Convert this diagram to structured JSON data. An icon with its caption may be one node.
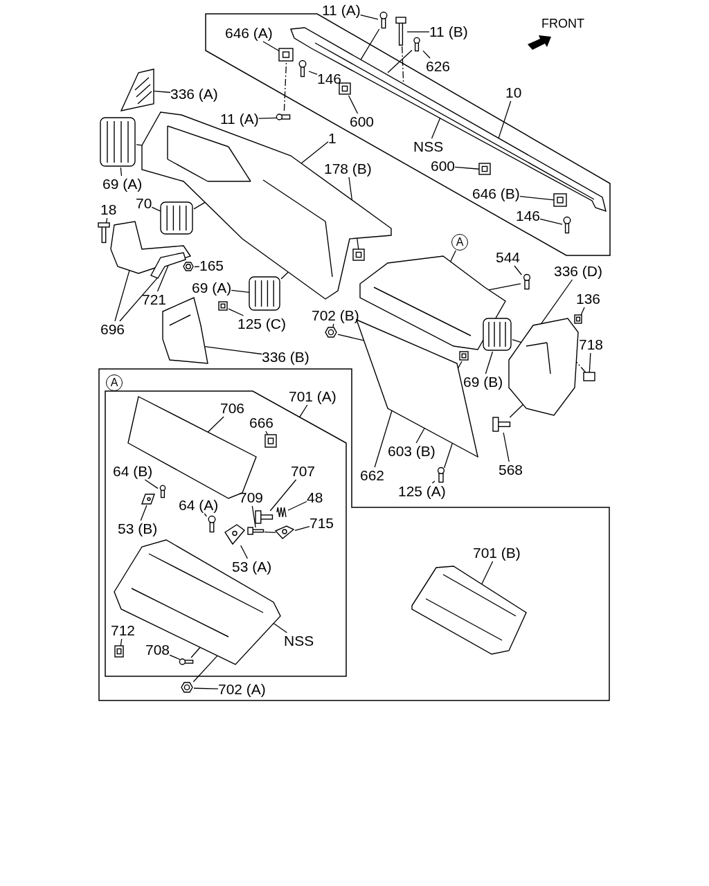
{
  "diagram": {
    "nodes": [
      {
        "text": [],
        "shape": "box"
      },
      {
        "text": [
          "646 (A)"
        ],
        "in": 0
      },
      {
        "text": [],
        "shape": "picture",
        "in": 0
      },
      {
        "text": [
          "146"
        ],
        "in": 0
      },
      {
        "text": [],
        "shape": "picture",
        "in": 0
      },
      {
        "text": [
          "600"
        ],
        "in": 0
      },
      {
        "text": [],
        "shape": "picture",
        "in": 0
      },
      {
        "text": [],
        "shape": "picture",
        "in": 0
      },
      {
        "text": [
          "NSS"
        ],
        "in": 0
      },
      {
        "text": [
          "600"
        ],
        "in": 0
      },
      {
        "text": [],
        "shape": "picture",
        "in": 0
      },
      {
        "text": [
          "646 (B)"
        ],
        "in": 0
      },
      {
        "text": [],
        "shape": "picture",
        "in": 0
      },
      {
        "text": [
          "146"
        ],
        "in": 0
      },
      {
        "text": [],
        "shape": "picture",
        "in": 0
      },
      {
        "text": [
          "11 (A)"
        ]
      },
      {
        "text": [],
        "shape": "picture"
      },
      {
        "text": [
          "11 (B)"
        ]
      },
      {
        "text": [],
        "shape": "picture"
      },
      {
        "text": [
          "626"
        ]
      },
      {
        "text": [],
        "shape": "picture"
      },
      {
        "text": [
          "10"
        ]
      },
      {
        "text": [
          "336 (A)"
        ]
      },
      {
        "text": [],
        "shape": "picture"
      },
      {
        "text": [
          "11 (A)"
        ]
      },
      {
        "text": [],
        "shape": "picture"
      },
      {
        "text": [
          "1"
        ]
      },
      {
        "text": [],
        "shape": "picture"
      },
      {
        "text": [
          "69 (A)"
        ]
      },
      {
        "text": [],
        "shape": "picture"
      },
      {
        "text": [
          "178 (B)"
        ]
      },
      {
        "text": [],
        "shape": "picture"
      },
      {
        "text": [
          "70"
        ]
      },
      {
        "text": [],
        "shape": "picture"
      },
      {
        "text": [
          "18"
        ]
      },
      {
        "text": [],
        "shape": "picture"
      },
      {
        "text": [],
        "shape": "picture"
      },
      {
        "text": [],
        "shape": "picture"
      },
      {
        "text": [
          "165"
        ]
      },
      {
        "text": [],
        "shape": "picture"
      },
      {
        "text": [
          "69 (A)"
        ]
      },
      {
        "text": [],
        "shape": "picture"
      },
      {
        "text": [
          "721"
        ]
      },
      {
        "text": [
          "696"
        ]
      },
      {
        "text": [],
        "shape": "picture"
      },
      {
        "text": [],
        "shape": "picture"
      },
      {
        "text": [
          "125 (C)"
        ]
      },
      {
        "text": [
          "336 (B)"
        ]
      },
      {
        "text": [
          "A"
        ]
      },
      {
        "text": [],
        "shape": "picture"
      },
      {
        "text": [
          "544"
        ]
      },
      {
        "text": [],
        "shape": "picture"
      },
      {
        "text": [
          "702 (B)"
        ]
      },
      {
        "text": [],
        "shape": "picture"
      },
      {
        "text": [],
        "shape": "picture"
      },
      {
        "text": [],
        "shape": "picture"
      },
      {
        "text": [
          "603 (B)"
        ]
      },
      {
        "text": [
          "662"
        ]
      },
      {
        "text": [],
        "shape": "picture"
      },
      {
        "text": [
          "125 (A)"
        ]
      },
      {
        "text": [
          "336 (D)"
        ]
      },
      {
        "text": [
          "136"
        ]
      },
      {
        "text": [],
        "shape": "picture"
      },
      {
        "text": [
          "718"
        ]
      },
      {
        "text": [],
        "shape": "box"
      },
      {
        "text": [],
        "shape": "picture"
      },
      {
        "text": [
          "69 (B)"
        ]
      },
      {
        "text": [],
        "shape": "picture"
      },
      {
        "text": [],
        "shape": "picture"
      },
      {
        "text": [
          "568"
        ]
      },
      {
        "text": [],
        "shape": "box"
      },
      {
        "text": [],
        "shape": "box",
        "in": 70
      },
      {
        "text": [
          "701 (A)"
        ],
        "in": 70
      },
      {
        "text": [],
        "shape": "picture",
        "in": 71
      },
      {
        "text": [
          "706"
        ],
        "in": 71
      },
      {
        "text": [
          "666"
        ],
        "in": 71
      },
      {
        "text": [],
        "shape": "picture",
        "in": 71
      },
      {
        "text": [
          "64 (B)"
        ],
        "in": 71
      },
      {
        "text": [],
        "shape": "picture",
        "in": 71
      },
      {
        "text": [],
        "shape": "picture",
        "in": 71
      },
      {
        "text": [
          "53 (B)"
        ],
        "in": 71
      },
      {
        "text": [
          "64 (A)"
        ],
        "in": 71
      },
      {
        "text": [],
        "shape": "picture",
        "in": 71
      },
      {
        "text": [],
        "shape": "picture",
        "in": 71
      },
      {
        "text": [
          "53 (A)"
        ],
        "in": 71
      },
      {
        "text": [
          "709"
        ],
        "in": 71
      },
      {
        "text": [],
        "shape": "picture",
        "in": 71
      },
      {
        "text": [
          "707"
        ],
        "in": 71
      },
      {
        "text": [],
        "shape": "picture",
        "in": 71
      },
      {
        "text": [
          "48"
        ],
        "in": 71
      },
      {
        "text": [],
        "shape": "picture",
        "in": 71
      },
      {
        "text": [
          "715"
        ],
        "in": 71
      },
      {
        "text": [],
        "shape": "picture",
        "in": 71
      },
      {
        "text": [],
        "shape": "picture",
        "in": 71
      },
      {
        "text": [
          "NSS"
        ],
        "in": 71
      },
      {
        "text": [
          "712"
        ],
        "in": 71
      },
      {
        "text": [],
        "shape": "picture",
        "in": 71
      },
      {
        "text": [
          "708"
        ],
        "in": 71
      },
      {
        "text": [],
        "shape": "picture",
        "in": 71
      },
      {
        "text": [],
        "shape": "picture",
        "in": 70
      },
      {
        "text": [
          "702 (A)"
        ],
        "in": 70
      },
      {
        "text": [
          "701 (B)"
        ],
        "in": 70
      },
      {
        "text": [],
        "shape": "picture",
        "in": 70
      },
      {
        "text": [
          "A"
        ],
        "in": 70
      }
    ],
    "edges": [
      {
        "from": 1,
        "to": 2,
        "arrow": "none"
      },
      {
        "from": 3,
        "to": 4,
        "arrow": "none"
      },
      {
        "from": 5,
        "to": 6,
        "arrow": "none"
      },
      {
        "from": 8,
        "to": 7,
        "arrow": "none"
      },
      {
        "from": 9,
        "to": 10,
        "arrow": "none"
      },
      {
        "from": 11,
        "to": 12,
        "arrow": "none"
      },
      {
        "from": 13,
        "to": 14,
        "arrow": "none"
      },
      {
        "from": 15,
        "to": 16,
        "arrow": "none"
      },
      {
        "from": 16,
        "to": 7,
        "arrow": "none"
      },
      {
        "from": 17,
        "to": 18,
        "arrow": "none"
      },
      {
        "from": 18,
        "to": 7,
        "arrow": "none",
        "style": "dashed"
      },
      {
        "from": 19,
        "to": 20,
        "arrow": "none"
      },
      {
        "from": 20,
        "to": 7,
        "arrow": "none"
      },
      {
        "from": 21,
        "to": 7,
        "arrow": "none"
      },
      {
        "from": 22,
        "to": 23,
        "arrow": "none"
      },
      {
        "from": 24,
        "to": 25,
        "arrow": "none"
      },
      {
        "from": 25,
        "to": 2,
        "arrow": "none",
        "style": "dashed"
      },
      {
        "from": 26,
        "to": 27,
        "arrow": "none"
      },
      {
        "from": 28,
        "to": 29,
        "arrow": "none"
      },
      {
        "from": 29,
        "to": 27,
        "arrow": "none"
      },
      {
        "from": 30,
        "to": 31,
        "arrow": "none"
      },
      {
        "from": 32,
        "to": 33,
        "arrow": "none"
      },
      {
        "from": 33,
        "to": 27,
        "arrow": "none"
      },
      {
        "from": 34,
        "to": 35,
        "arrow": "none"
      },
      {
        "from": 38,
        "to": 39,
        "arrow": "none"
      },
      {
        "from": 40,
        "to": 41,
        "arrow": "none"
      },
      {
        "from": 41,
        "to": 27,
        "arrow": "none"
      },
      {
        "from": 42,
        "to": 37,
        "arrow": "none"
      },
      {
        "from": 43,
        "to": 36,
        "arrow": "none"
      },
      {
        "from": 43,
        "to": 37,
        "arrow": "none"
      },
      {
        "from": 46,
        "to": 45,
        "arrow": "none"
      },
      {
        "from": 47,
        "to": 44,
        "arrow": "none"
      },
      {
        "from": 48,
        "to": 49,
        "arrow": "none"
      },
      {
        "from": 50,
        "to": 51,
        "arrow": "none"
      },
      {
        "from": 51,
        "to": 49,
        "arrow": "none"
      },
      {
        "from": 52,
        "to": 53,
        "arrow": "none"
      },
      {
        "from": 53,
        "to": 54,
        "arrow": "none"
      },
      {
        "from": 56,
        "to": 55,
        "arrow": "none"
      },
      {
        "from": 57,
        "to": 54,
        "arrow": "none"
      },
      {
        "from": 59,
        "to": 58,
        "arrow": "none"
      },
      {
        "from": 58,
        "to": 54,
        "arrow": "none"
      },
      {
        "from": 60,
        "to": 67,
        "arrow": "none"
      },
      {
        "from": 61,
        "to": 62,
        "arrow": "none"
      },
      {
        "from": 63,
        "to": 64,
        "arrow": "none"
      },
      {
        "from": 64,
        "to": 67,
        "arrow": "none",
        "style": "dashed"
      },
      {
        "from": 66,
        "to": 65,
        "arrow": "none"
      },
      {
        "from": 65,
        "to": 67,
        "arrow": "none"
      },
      {
        "from": 69,
        "to": 68,
        "arrow": "none"
      },
      {
        "from": 68,
        "to": 67,
        "arrow": "none"
      },
      {
        "from": 72,
        "to": 71,
        "arrow": "none"
      },
      {
        "from": 74,
        "to": 73,
        "arrow": "none"
      },
      {
        "from": 75,
        "to": 76,
        "arrow": "none"
      },
      {
        "from": 77,
        "to": 78,
        "arrow": "none"
      },
      {
        "from": 80,
        "to": 79,
        "arrow": "none"
      },
      {
        "from": 81,
        "to": 82,
        "arrow": "none"
      },
      {
        "from": 84,
        "to": 83,
        "arrow": "none"
      },
      {
        "from": 85,
        "to": 86,
        "arrow": "none"
      },
      {
        "from": 87,
        "to": 88,
        "arrow": "none"
      },
      {
        "from": 89,
        "to": 90,
        "arrow": "none"
      },
      {
        "from": 91,
        "to": 92,
        "arrow": "none"
      },
      {
        "from": 86,
        "to": 92,
        "arrow": "none"
      },
      {
        "from": 94,
        "to": 93,
        "arrow": "none"
      },
      {
        "from": 95,
        "to": 96,
        "arrow": "none"
      },
      {
        "from": 97,
        "to": 98,
        "arrow": "none"
      },
      {
        "from": 98,
        "to": 93,
        "arrow": "none"
      },
      {
        "from": 100,
        "to": 99,
        "arrow": "none"
      },
      {
        "from": 99,
        "to": 93,
        "arrow": "none"
      },
      {
        "from": 101,
        "to": 102,
        "arrow": "none"
      }
    ],
    "labels": [
      "FRONT"
    ]
  }
}
